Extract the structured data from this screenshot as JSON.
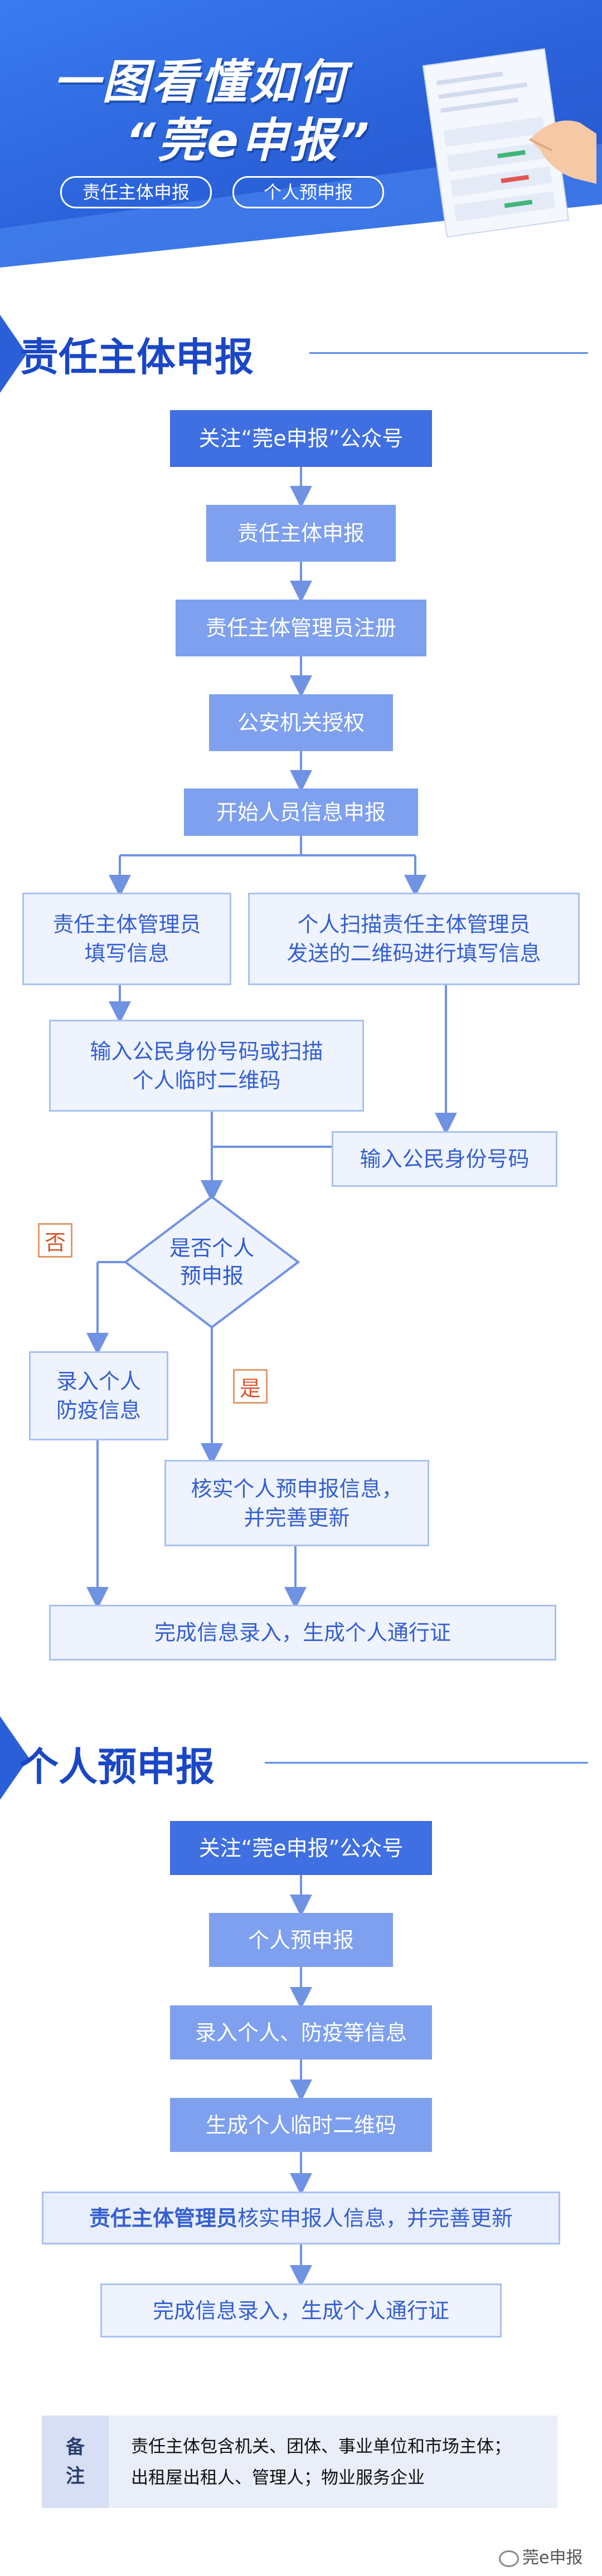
{
  "header": {
    "title_line1": "一图看懂如何",
    "title_line2": "“莞e申报”",
    "pill_left": "责任主体申报",
    "pill_right": "个人预申报"
  },
  "section1": {
    "title": "责任主体申报",
    "steps": [
      "关注“莞e申报”公众号",
      "责任主体申报",
      "责任主体管理员注册",
      "公安机关授权",
      "开始人员信息申报"
    ],
    "left_branch": "责任主体管理员\n填写信息",
    "right_branch": "个人扫描责任主体管理员\n发送的二维码进行填写信息",
    "left_input": "输入公民身份号码或扫描\n个人临时二维码",
    "right_input": "输入公民身份号码",
    "decision": "是否个人\n预申报",
    "no_label": "否",
    "yes_label": "是",
    "no_box": "录入个人\n防疫信息",
    "yes_box": "核实个人预申报信息，\n并完善更新",
    "final": "完成信息录入，生成个人通行证"
  },
  "section2": {
    "title": "个人预申报",
    "steps": [
      "关注“莞e申报”公众号",
      "个人预申报",
      "录入个人、防疫等信息",
      "生成个人临时二维码"
    ],
    "verify_bold": "责任主体管理员",
    "verify_rest": "核实申报人信息，并完善更新",
    "final": "完成信息录入，生成个人通行证"
  },
  "note": {
    "label_1": "备",
    "label_2": "注",
    "line1": "责任主体包含机关、团体、事业单位和市场主体；",
    "line2": "出租屋出租人、管理人；物业服务企业"
  },
  "watermark": "莞e申报",
  "colors": {
    "dark_blue": "#3f6fe0",
    "mid_blue": "#7ea0ee",
    "light_blue": "#eef3fd",
    "title_blue": "#1a47c5",
    "tag_red": "#d8542b"
  }
}
